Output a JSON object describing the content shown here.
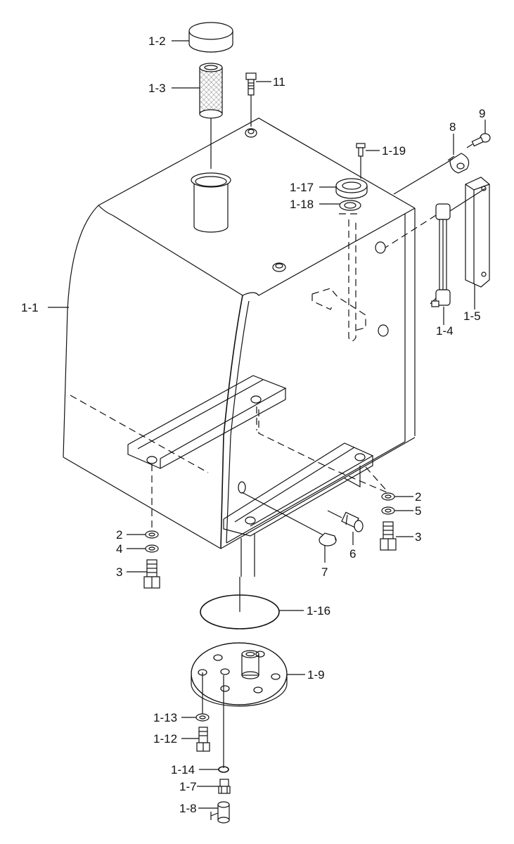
{
  "callouts": [
    {
      "id": "1-1",
      "text": "1-1"
    },
    {
      "id": "1-2",
      "text": "1-2"
    },
    {
      "id": "1-3",
      "text": "1-3"
    },
    {
      "id": "11",
      "text": "11"
    },
    {
      "id": "9",
      "text": "9"
    },
    {
      "id": "8",
      "text": "8"
    },
    {
      "id": "1-19",
      "text": "1-19"
    },
    {
      "id": "1-17",
      "text": "1-17"
    },
    {
      "id": "1-18",
      "text": "1-18"
    },
    {
      "id": "1-5",
      "text": "1-5"
    },
    {
      "id": "1-4",
      "text": "1-4"
    },
    {
      "id": "2-right",
      "text": "2"
    },
    {
      "id": "5",
      "text": "5"
    },
    {
      "id": "3-right",
      "text": "3"
    },
    {
      "id": "6",
      "text": "6"
    },
    {
      "id": "7",
      "text": "7"
    },
    {
      "id": "2-left",
      "text": "2"
    },
    {
      "id": "4",
      "text": "4"
    },
    {
      "id": "3-left",
      "text": "3"
    },
    {
      "id": "1-16",
      "text": "1-16"
    },
    {
      "id": "1-9",
      "text": "1-9"
    },
    {
      "id": "1-13",
      "text": "1-13"
    },
    {
      "id": "1-12",
      "text": "1-12"
    },
    {
      "id": "1-14",
      "text": "1-14"
    },
    {
      "id": "1-7",
      "text": "1-7"
    },
    {
      "id": "1-8",
      "text": "1-8"
    }
  ]
}
